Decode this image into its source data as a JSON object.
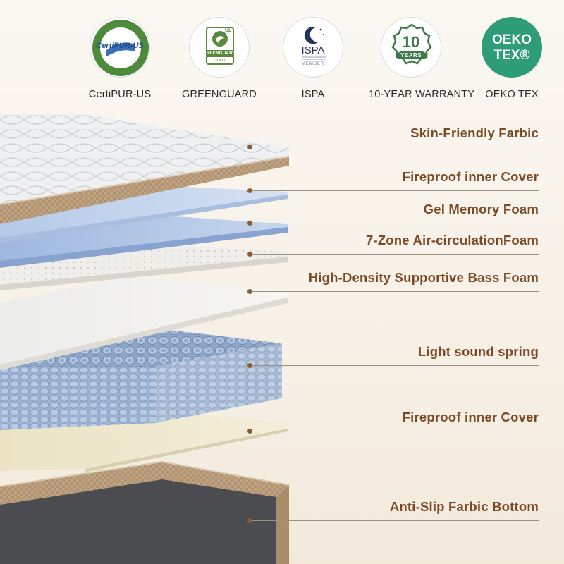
{
  "certifications": [
    {
      "label": "CertiPUR-US",
      "seal_text": "CertiPUR-US",
      "icon": "certipur-us-seal-icon"
    },
    {
      "label": "GREENGUARD",
      "seal_text": "GREENGUARD",
      "seal_sub": "GOLD",
      "seal_mark": "UL",
      "icon": "greenguard-seal-icon"
    },
    {
      "label": "ISPA",
      "seal_text": "ISPA",
      "seal_sub": "MEMBER",
      "icon": "ispa-seal-icon"
    },
    {
      "label": "10-YEAR WARRANTY",
      "seal_text": "10",
      "seal_sub": "YEARS",
      "icon": "warranty-seal-icon"
    },
    {
      "label": "OEKO TEX",
      "seal_text": "OEKO",
      "seal_sub": "TEX®",
      "icon": "oeko-tex-seal-icon"
    }
  ],
  "layers": [
    {
      "label": "Skin-Friendly Farbic",
      "icon": "quilted-fabric-layer"
    },
    {
      "label": "Fireproof inner Cover",
      "icon": "fireproof-cover-layer"
    },
    {
      "label": "Gel Memory Foam",
      "icon": "gel-memory-foam-layer"
    },
    {
      "label": "7-Zone Air-circulationFoam",
      "icon": "air-circulation-foam-layer"
    },
    {
      "label": "High-Density Supportive Bass Foam",
      "icon": "support-foam-layer"
    },
    {
      "label": "Light sound spring",
      "icon": "pocket-spring-layer"
    },
    {
      "label": "Fireproof inner Cover",
      "icon": "fireproof-cover-layer"
    },
    {
      "label": "Anti-Slip Farbic Bottom",
      "icon": "anti-slip-bottom-layer"
    }
  ],
  "colors": {
    "callout_text": "#7b4a25",
    "callout_dot": "#8a5a33",
    "oeko_green": "#2e9d77",
    "seal_green": "#3d7a4a",
    "ispa_blue": "#23325f",
    "background": "#f8f3ea"
  }
}
